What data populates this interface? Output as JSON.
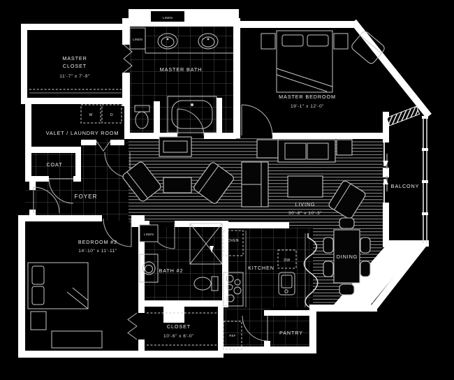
{
  "plan": {
    "rooms": {
      "master_closet": {
        "line1": "MASTER",
        "line2": "CLOSET",
        "dims": "11'-7\" x 7'-9\""
      },
      "master_bath": {
        "name": "MASTER BATH"
      },
      "master_bedroom": {
        "name": "MASTER BEDROOM",
        "dims": "19'-1\" x 12'-0\""
      },
      "valet_laundry": {
        "name": "VALET / LAUNDRY ROOM"
      },
      "coat": {
        "name": "COAT"
      },
      "foyer": {
        "name": "FOYER"
      },
      "living": {
        "name": "LIVING",
        "dims": "30'-8\" x 10'-3\""
      },
      "balcony": {
        "name": "BALCONY"
      },
      "bedroom_2": {
        "name": "BEDROOM #2",
        "dims": "14'-10\" x 11'-11\""
      },
      "bath_2": {
        "name": "BATH #2"
      },
      "kitchen": {
        "name": "KITCHEN"
      },
      "dining": {
        "name": "DINING"
      },
      "closet_2": {
        "name": "CLOSET",
        "dims": "10'-6\" x 6'-0\""
      },
      "pantry": {
        "name": "PANTRY"
      }
    },
    "fixtures": {
      "washer": "W",
      "dryer": "D",
      "dishwasher": "DW",
      "oven": "OVEN",
      "refrigerator": "REF"
    },
    "closet_labels": {
      "linen_entry": "LINEN",
      "linen_master_bath": "LINEN",
      "linen_bath_2": "LINEN"
    },
    "colors": {
      "background": "#000000",
      "walls": "#ffffff",
      "wood_floor_lines": "#969696",
      "tile_lines": "#4d4d4d"
    }
  }
}
